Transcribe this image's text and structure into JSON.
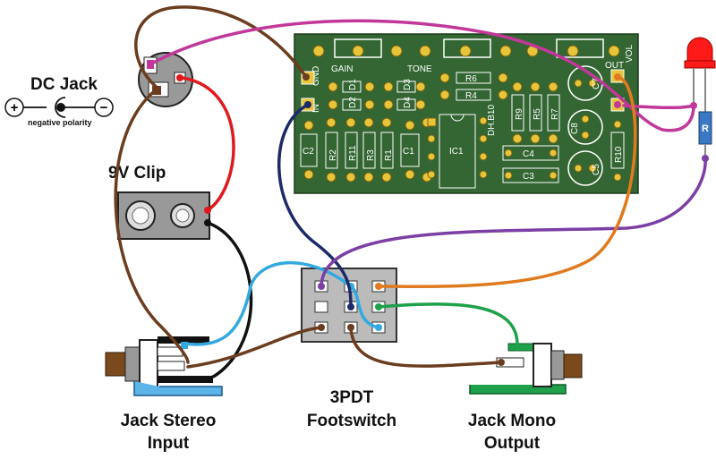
{
  "labels": {
    "dc_jack": "DC Jack",
    "negative_polarity": "negative polarity",
    "nine_v_clip": "9V Clip",
    "jack_stereo": [
      "Jack Stereo",
      "Input"
    ],
    "footswitch": [
      "3PDT",
      "Footswitch"
    ],
    "jack_mono": [
      "Jack Mono",
      "Output"
    ],
    "led_resistor": "R",
    "plus": "+",
    "minus": "−"
  },
  "pcb": {
    "gain": "GAIN",
    "tone": "TONE",
    "vol": "VOL",
    "gnd": "GND",
    "in": "IN",
    "out": "OUT",
    "dh": "DH.B10",
    "components": {
      "r1": "R1",
      "r2": "R2",
      "r3": "R3",
      "r4": "R4",
      "r5": "R5",
      "r6": "R6",
      "r7": "R7",
      "r9": "R9",
      "r10": "R10",
      "r11": "R11",
      "c1": "C1",
      "c2": "C2",
      "c3": "C3",
      "c4": "C4",
      "c5": "C5",
      "c7": "C7",
      "c8": "C8",
      "ic1": "IC1",
      "d1": "D1",
      "d2": "D2",
      "d3": "D3",
      "d4": "D4"
    }
  },
  "colors": {
    "pcb": "#336633",
    "pad": "#e6c53a",
    "wire_brown": "#6b3d1f",
    "wire_magenta": "#c2389a",
    "wire_red": "#e0191f",
    "wire_black": "#111111",
    "wire_skyblue": "#33a9e0",
    "wire_navy": "#1c2a6a",
    "wire_purple": "#7c3fa5",
    "wire_orange": "#e07a1f",
    "wire_green": "#1ea14a"
  }
}
